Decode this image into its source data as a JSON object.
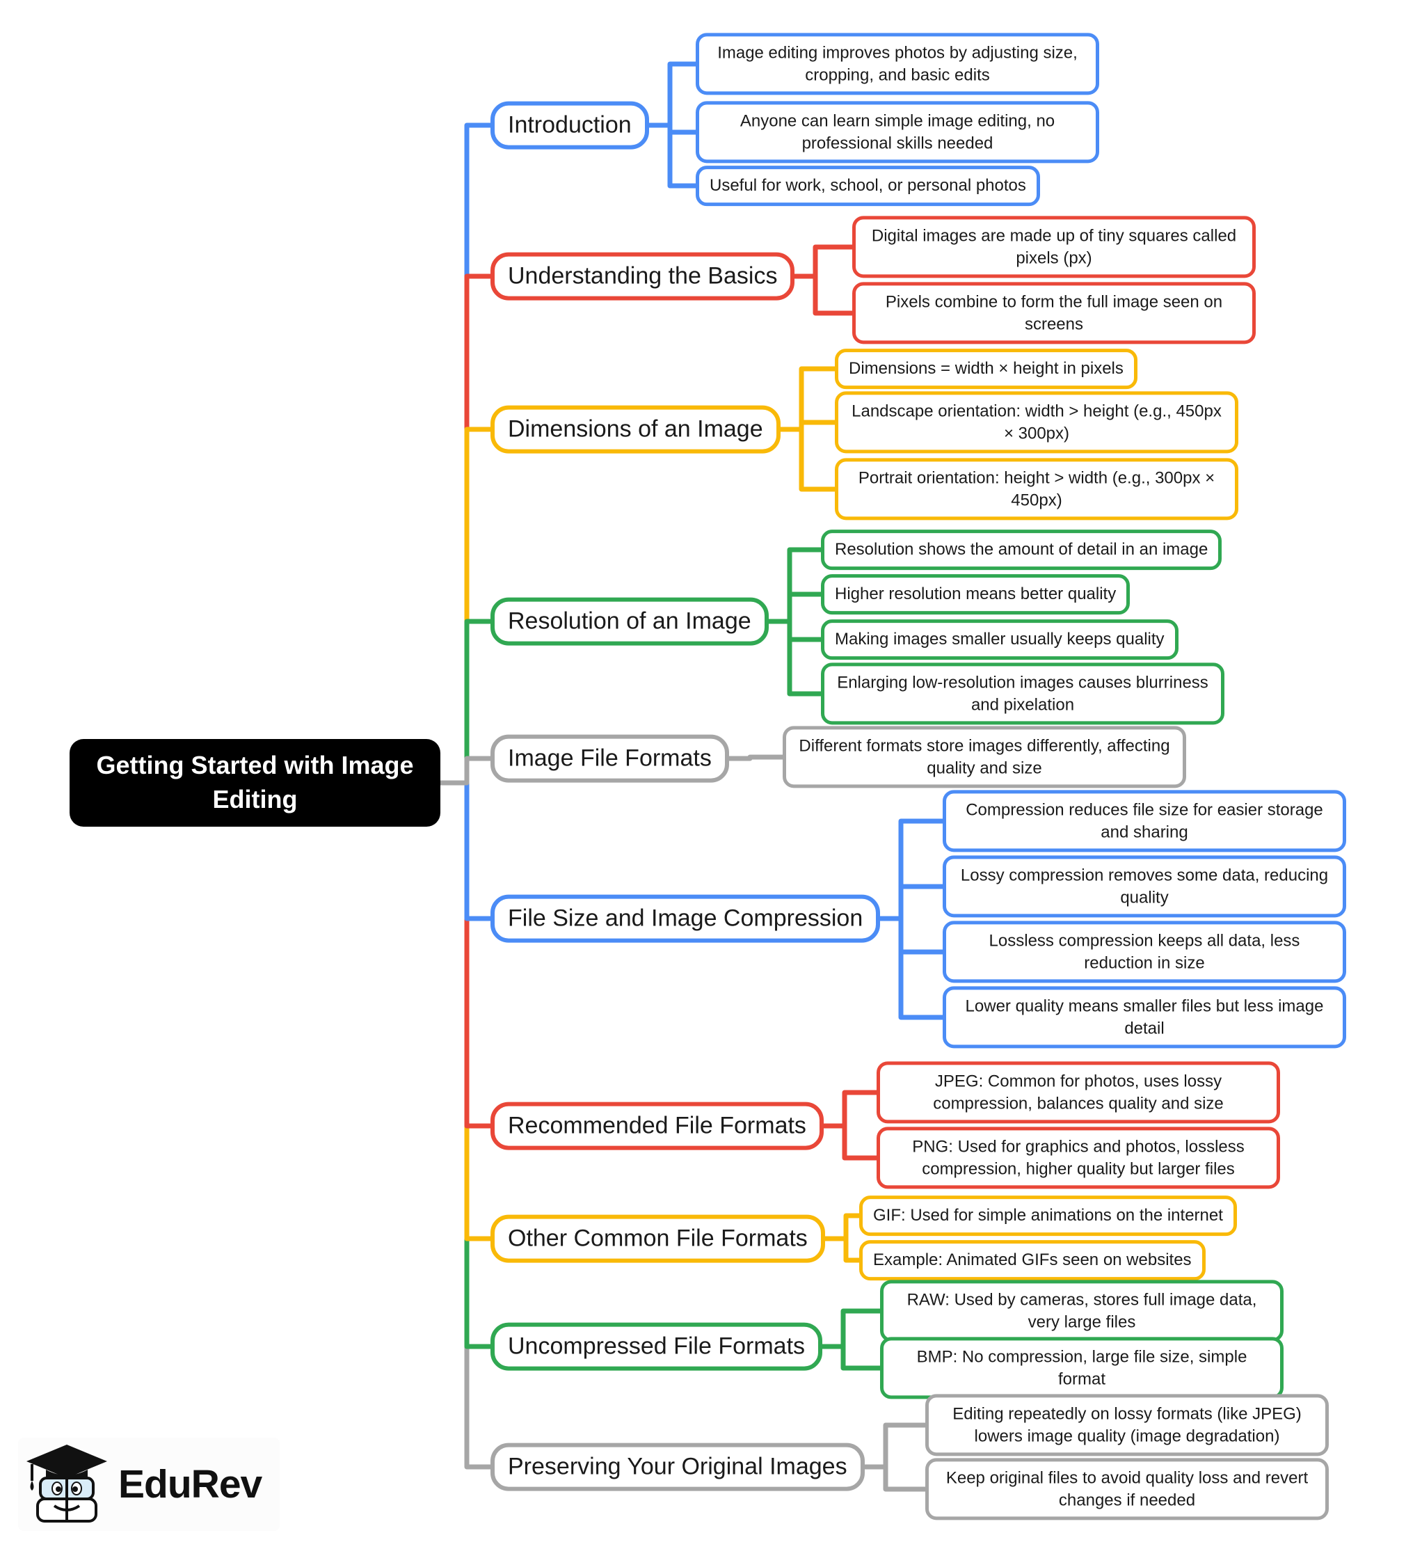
{
  "root": {
    "label": "Getting Started with Image Editing",
    "bg": "#000000",
    "text_color": "#ffffff"
  },
  "palette": {
    "blue": "#4b8cf6",
    "red": "#e94738",
    "yellow": "#f9b908",
    "green": "#30a852",
    "gray": "#a6a6a6"
  },
  "branches": [
    {
      "label": "Introduction",
      "color": "#4b8cf6",
      "children": [
        "Image editing improves photos by adjusting size, cropping, and basic edits",
        "Anyone can learn simple image editing, no professional skills needed",
        "Useful for work, school, or personal photos"
      ]
    },
    {
      "label": "Understanding the Basics",
      "color": "#e94738",
      "children": [
        "Digital images are made up of tiny squares called pixels (px)",
        "Pixels combine to form the full image seen on screens"
      ]
    },
    {
      "label": "Dimensions of an Image",
      "color": "#f9b908",
      "children": [
        "Dimensions = width × height in pixels",
        "Landscape orientation: width > height (e.g., 450px × 300px)",
        "Portrait orientation: height > width (e.g., 300px × 450px)"
      ]
    },
    {
      "label": "Resolution of an Image",
      "color": "#30a852",
      "children": [
        "Resolution shows the amount of detail in an image",
        "Higher resolution means better quality",
        "Making images smaller usually keeps quality",
        "Enlarging low-resolution images causes blurriness and pixelation"
      ]
    },
    {
      "label": "Image File Formats",
      "color": "#a6a6a6",
      "children": [
        "Different formats store images differently, affecting quality and size"
      ]
    },
    {
      "label": "File Size and Image Compression",
      "color": "#4b8cf6",
      "children": [
        "Compression reduces file size for easier storage and sharing",
        "Lossy compression removes some data, reducing quality",
        "Lossless compression keeps all data, less reduction in size",
        "Lower quality means smaller files but less image detail"
      ]
    },
    {
      "label": "Recommended File Formats",
      "color": "#e94738",
      "children": [
        "JPEG: Common for photos, uses lossy compression, balances quality and size",
        "PNG: Used for graphics and photos, lossless compression, higher quality but larger files"
      ]
    },
    {
      "label": "Other Common File Formats",
      "color": "#f9b908",
      "children": [
        "GIF: Used for simple animations on the internet",
        "Example: Animated GIFs seen on websites"
      ]
    },
    {
      "label": "Uncompressed File Formats",
      "color": "#30a852",
      "children": [
        "RAW: Used by cameras, stores full image data, very large files",
        "BMP: No compression, large file size, simple format"
      ]
    },
    {
      "label": "Preserving Your Original Images",
      "color": "#a6a6a6",
      "children": [
        "Editing repeatedly on lossy formats (like JPEG) lowers image quality (image degradation)",
        "Keep original files to avoid quality loss and revert changes if needed"
      ]
    }
  ],
  "logo": {
    "text": "EduRev"
  }
}
